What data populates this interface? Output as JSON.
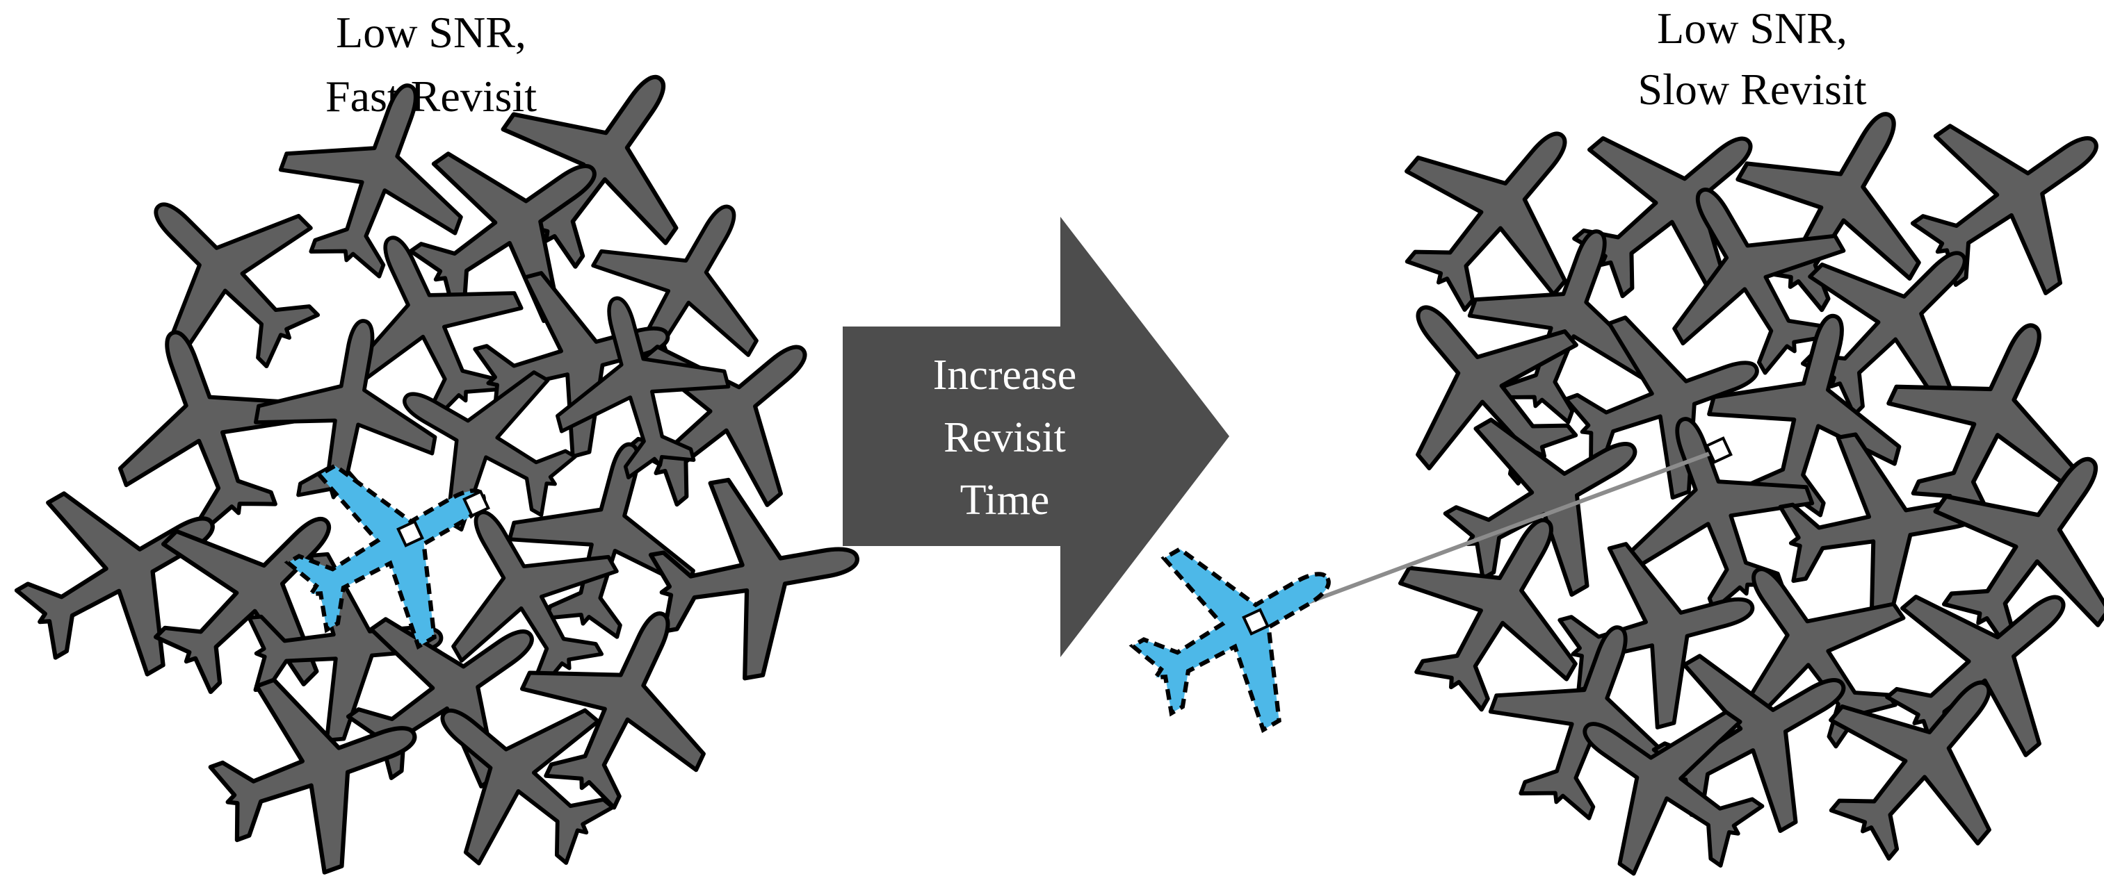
{
  "left_panel": {
    "caption_line1": "Low SNR,",
    "caption_line2": "Fast Revisit"
  },
  "right_panel": {
    "caption_line1": "Low SNR,",
    "caption_line2": "Slow Revisit"
  },
  "arrow": {
    "line1": "Increase",
    "line2": "Revisit",
    "line3": "Time"
  },
  "colors": {
    "clutter_fill": "#5f5f5f",
    "target_fill": "#4db8e8",
    "arrow_fill": "#4d4d4d",
    "track_line": "#8c8c8c",
    "outline": "#000000"
  }
}
